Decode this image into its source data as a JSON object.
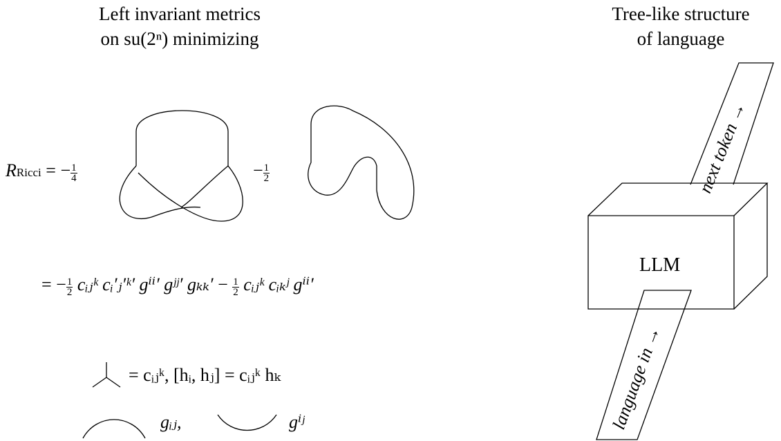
{
  "left_title": {
    "line1": "Left invariant metrics",
    "line2": "on su(2ⁿ) minimizing"
  },
  "right_title": {
    "line1": "Tree-like structure",
    "line2": "of language"
  },
  "ricci": {
    "lhs": "R",
    "lhs_sub": "Ricci",
    "equals_minus": "= −",
    "frac1_num": "1",
    "frac1_den": "4",
    "minus2": "−",
    "frac2_num": "1",
    "frac2_den": "2"
  },
  "expansion": {
    "prefix": "= −",
    "frac1_num": "1",
    "frac1_den": "2",
    "term1": "cᵢⱼᵏ cᵢ′ⱼ′ᵏ′ gⁱⁱ′ gʲʲ′ gₖₖ′",
    "minus": "−",
    "frac2_num": "1",
    "frac2_den": "2",
    "term2": "cᵢⱼᵏ cᵢₖʲ gⁱⁱ′"
  },
  "vertex_def": "= cᵢⱼᵏ, [hᵢ, hⱼ] = cᵢⱼᵏ hₖ",
  "metric_lower": "gᵢⱼ,",
  "metric_upper": "gⁱʲ",
  "llm_label": "LLM",
  "next_token": "next token →",
  "language_in": "language in →"
}
